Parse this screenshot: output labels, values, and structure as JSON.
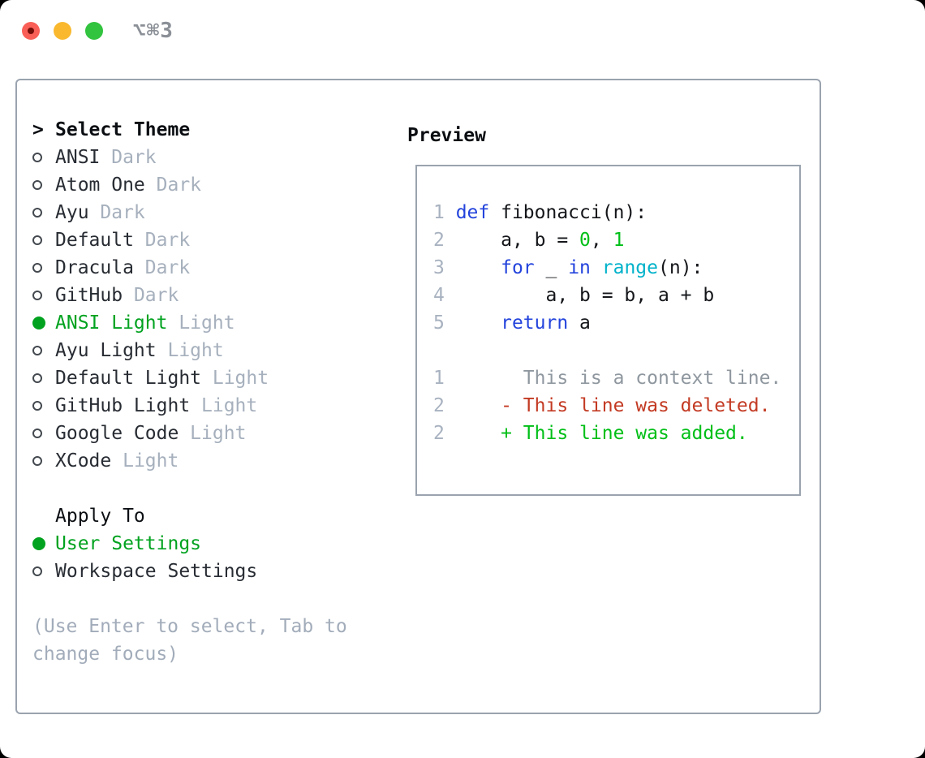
{
  "window": {
    "shortcut": "⌥⌘3",
    "traffic_lights": [
      "close",
      "minimize",
      "zoom"
    ]
  },
  "colors": {
    "selection_green": "#00a21f",
    "keyword_blue": "#2343dc",
    "builtin_cyan": "#00b2ca",
    "number_green": "#00bf17",
    "deleted_red": "#c33a23",
    "added_green": "#00bf17",
    "dim_gray": "#a6b0bd",
    "line_number_gray": "#a8b2c0",
    "border_gray": "#9aa3af"
  },
  "theme_select": {
    "prompt_char": ">",
    "title": "Select Theme",
    "items": [
      {
        "name": "ANSI",
        "variant": "Dark",
        "selected": false
      },
      {
        "name": "Atom One",
        "variant": "Dark",
        "selected": false
      },
      {
        "name": "Ayu",
        "variant": "Dark",
        "selected": false
      },
      {
        "name": "Default",
        "variant": "Dark",
        "selected": false
      },
      {
        "name": "Dracula",
        "variant": "Dark",
        "selected": false
      },
      {
        "name": "GitHub",
        "variant": "Dark",
        "selected": false
      },
      {
        "name": "ANSI Light",
        "variant": "Light",
        "selected": true
      },
      {
        "name": "Ayu Light",
        "variant": "Light",
        "selected": false
      },
      {
        "name": "Default Light",
        "variant": "Light",
        "selected": false
      },
      {
        "name": "GitHub Light",
        "variant": "Light",
        "selected": false
      },
      {
        "name": "Google Code",
        "variant": "Light",
        "selected": false
      },
      {
        "name": "XCode",
        "variant": "Light",
        "selected": false
      }
    ]
  },
  "apply_to": {
    "title": "Apply To",
    "options": [
      {
        "label": "User Settings",
        "selected": true
      },
      {
        "label": "Workspace Settings",
        "selected": false
      }
    ]
  },
  "help": {
    "line1": "(Use Enter to select, Tab to",
    "line2": "change focus)"
  },
  "preview": {
    "title": "Preview",
    "lines": [
      {
        "num": "1",
        "tokens": [
          {
            "c": "kw",
            "t": "def"
          },
          {
            "c": "pl",
            "t": " fibonacci(n):"
          }
        ]
      },
      {
        "num": "2",
        "tokens": [
          {
            "c": "pl",
            "t": "    a, b = "
          },
          {
            "c": "num",
            "t": "0"
          },
          {
            "c": "pl",
            "t": ", "
          },
          {
            "c": "num",
            "t": "1"
          }
        ]
      },
      {
        "num": "3",
        "tokens": [
          {
            "c": "pl",
            "t": "    "
          },
          {
            "c": "kw",
            "t": "for"
          },
          {
            "c": "pl",
            "t": " _ "
          },
          {
            "c": "kw",
            "t": "in"
          },
          {
            "c": "pl",
            "t": " "
          },
          {
            "c": "fn",
            "t": "range"
          },
          {
            "c": "pl",
            "t": "(n):"
          }
        ]
      },
      {
        "num": "4",
        "tokens": [
          {
            "c": "pl",
            "t": "        a, b = b, a + b"
          }
        ]
      },
      {
        "num": "5",
        "tokens": [
          {
            "c": "pl",
            "t": "    "
          },
          {
            "c": "kw",
            "t": "return"
          },
          {
            "c": "pl",
            "t": " a"
          }
        ]
      },
      {
        "blank": true
      },
      {
        "num": "1",
        "tokens": [
          {
            "c": "ctx",
            "t": "      This is a context line."
          }
        ]
      },
      {
        "num": "2",
        "tokens": [
          {
            "c": "del",
            "t": "    - This line was deleted."
          }
        ]
      },
      {
        "num": "2",
        "tokens": [
          {
            "c": "add",
            "t": "    + This line was added."
          }
        ]
      }
    ]
  }
}
